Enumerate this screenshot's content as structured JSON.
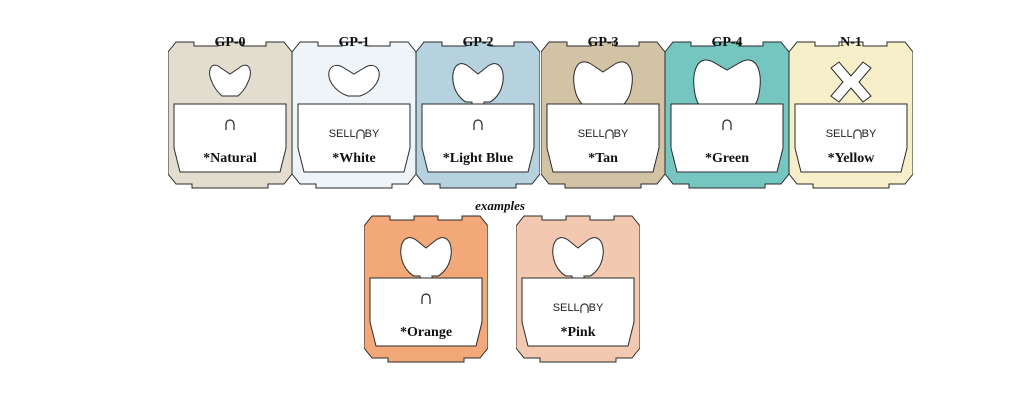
{
  "caption": "examples",
  "sell_by_text": "SELL BY",
  "tags": [
    {
      "code": "GP-0",
      "label": "*Natural",
      "fill": "#e3ddd0",
      "hole": "heart-small",
      "mark": "arch"
    },
    {
      "code": "GP-1",
      "label": "*White",
      "fill": "#eef4f7",
      "hole": "heart-wide",
      "mark": "sellby"
    },
    {
      "code": "GP-2",
      "label": "*Light Blue",
      "fill": "#b5d2de",
      "hole": "heart-medium",
      "mark": "arch"
    },
    {
      "code": "GP-3",
      "label": "*Tan",
      "fill": "#d3c3a5",
      "hole": "heart-large",
      "mark": "sellby"
    },
    {
      "code": "GP-4",
      "label": "*Green",
      "fill": "#75c6c0",
      "hole": "heart-xl",
      "mark": "arch"
    },
    {
      "code": "N-1",
      "label": "*Yellow",
      "fill": "#f6efc9",
      "hole": "x-cross",
      "mark": "sellby"
    },
    {
      "code": "",
      "label": "*Orange",
      "fill": "#f2a878",
      "hole": "heart-medium",
      "mark": "arch"
    },
    {
      "code": "",
      "label": "*Pink",
      "fill": "#f2c9b0",
      "hole": "heart-medium",
      "mark": "sellby"
    }
  ]
}
